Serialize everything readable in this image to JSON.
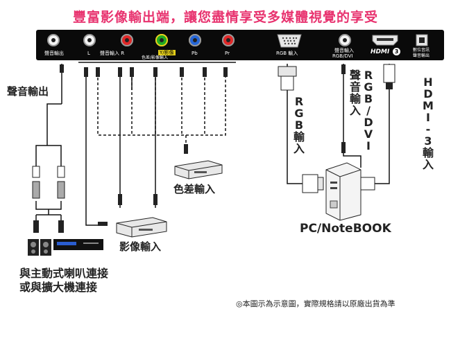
{
  "title": "豐富影像輸出端，讓您盡情享受多媒體視覺的享受",
  "panel": {
    "labels": {
      "audio_out": "聲音輸出",
      "l": "L",
      "audio_in_r": "聲音輸入  R",
      "y_video": "Y/影像",
      "pb": "Pb",
      "pr": "Pr",
      "component_video_in": "色差/影像輸入",
      "rgb_in": "RGB 輸入",
      "audio_in_rgb_dvi_line1": "聲音輸入",
      "audio_in_rgb_dvi_line2": "RGB/DVI",
      "hdmi": "HDMI",
      "hdmi_num": "3",
      "digital_audio_line1": "數位音訊",
      "digital_audio_line2": "聲音輸出"
    },
    "colors": {
      "jack_white": "#e6e6e6",
      "jack_red": "#e02828",
      "jack_green": "#22aa22",
      "jack_yellow": "#e8d21a",
      "jack_blue": "#2667d8"
    }
  },
  "labels": {
    "audio_out": "聲音輸出",
    "rgb_in_chars": [
      "R",
      "G",
      "B",
      "輸",
      "入"
    ],
    "audio_in_chars": [
      "聲",
      "音",
      "輸",
      "入"
    ],
    "rgb_dvi_chars": [
      "R",
      "G",
      "B",
      "/",
      "D",
      "V",
      "I"
    ],
    "hdmi3_chars": [
      "H",
      "D",
      "M",
      "I",
      "-",
      "3",
      "輸",
      "入"
    ],
    "component_in": "色差輸入",
    "pc_notebook": "PC/NoteBOOK",
    "video_in": "影像輸入",
    "speaker_line1": "與主動式喇叭連接",
    "speaker_line2": "或與擴大機連接",
    "note": "◎本圖示為示意圖，實際規格請以原廠出貨為準"
  },
  "icons": {
    "device_speakers": "speaker-amplifier-icon",
    "device_dvd_component": "dvd-player-icon",
    "device_dvd_video": "dvd-player-icon",
    "device_pc": "pc-tower-icon"
  }
}
